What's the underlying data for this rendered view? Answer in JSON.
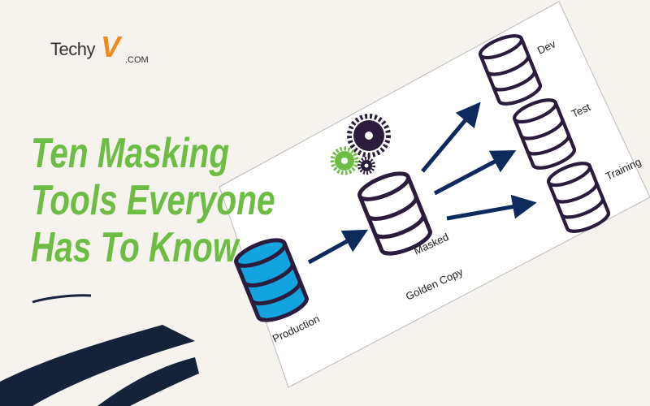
{
  "logo": {
    "text": "Techy",
    "mark": "V",
    "domain": ".COM"
  },
  "headline": {
    "lines": [
      "Ten Masking",
      "Tools Everyone",
      "Has To Know"
    ]
  },
  "diagram": {
    "source": "Production",
    "masked": [
      "Masked",
      "Golden Copy"
    ],
    "targets": [
      "Dev",
      "Test",
      "Training"
    ]
  },
  "colors": {
    "accent": "#6dbd44",
    "navy": "#0d2a5c",
    "db_blue": "#13a3df",
    "outline": "#2b1c3d"
  }
}
